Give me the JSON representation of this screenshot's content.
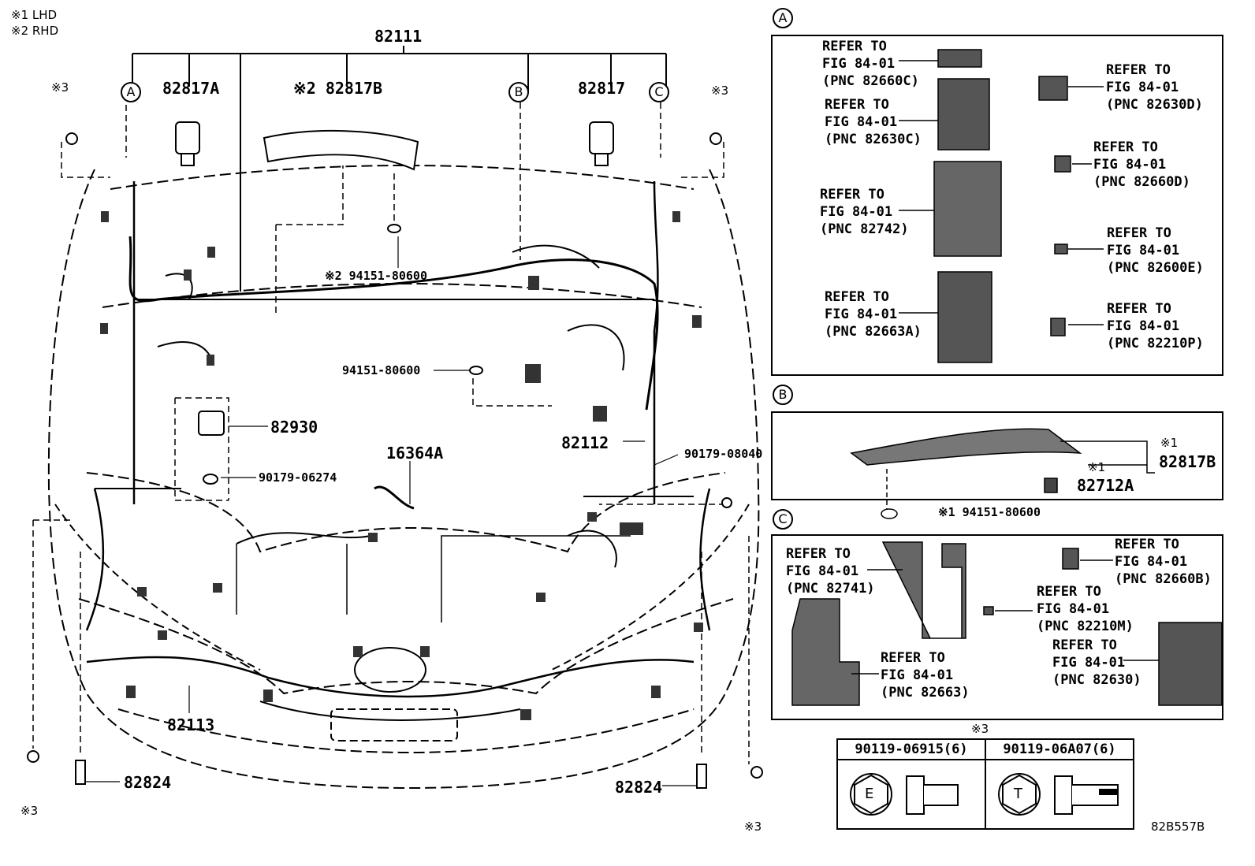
{
  "legend": {
    "lhd": "※1 LHD",
    "rhd": "※2 RHD"
  },
  "main": {
    "parts": {
      "p82111": "82111",
      "p82817A": "82817A",
      "p82817B": "※2 82817B",
      "p82817": "82817",
      "p94151_rhd": "※2 94151-80600",
      "p94151": "94151-80600",
      "p82930": "82930",
      "p90179_06274": "90179-06274",
      "p16364A": "16364A",
      "p82112": "82112",
      "p90179_08040": "90179-08040",
      "p82113": "82113",
      "p82824_left": "82824",
      "p82824_right": "82824"
    },
    "callouts": {
      "a": "A",
      "b": "B",
      "c": "C"
    },
    "marks": {
      "s3": "※3"
    }
  },
  "panel_a": {
    "letter": "A",
    "refs": [
      "REFER TO\nFIG 84-01\n(PNC 82660C)",
      "REFER TO\nFIG 84-01\n(PNC 82630C)",
      "REFER TO\nFIG 84-01\n(PNC 82742)",
      "REFER TO\nFIG 84-01\n(PNC 82663A)",
      "REFER TO\nFIG 84-01\n(PNC 82630D)",
      "REFER TO\nFIG 84-01\n(PNC 82660D)",
      "REFER TO\nFIG 84-01\n(PNC 82600E)",
      "REFER TO\nFIG 84-01\n(PNC 82210P)"
    ]
  },
  "panel_b": {
    "letter": "B",
    "s1a": "※1",
    "part_82817B": "82817B",
    "s1b": "※1",
    "part_82712A": "82712A",
    "part_94151": "※1 94151-80600"
  },
  "panel_c": {
    "letter": "C",
    "refs": [
      "REFER TO\nFIG 84-01\n(PNC 82741)",
      "REFER TO\nFIG 84-01\n(PNC 82663)",
      "REFER TO\nFIG 84-01\n(PNC 82660B)",
      "REFER TO\nFIG 84-01\n(PNC 82210M)",
      "REFER TO\nFIG 84-01\n(PNC 82630)"
    ]
  },
  "fasteners": {
    "mark": "※3",
    "col1": "90119-06915(6)",
    "col2": "90119-06A07(6)",
    "sym1": "E",
    "sym2": "T"
  },
  "footer_code": "82B557B"
}
